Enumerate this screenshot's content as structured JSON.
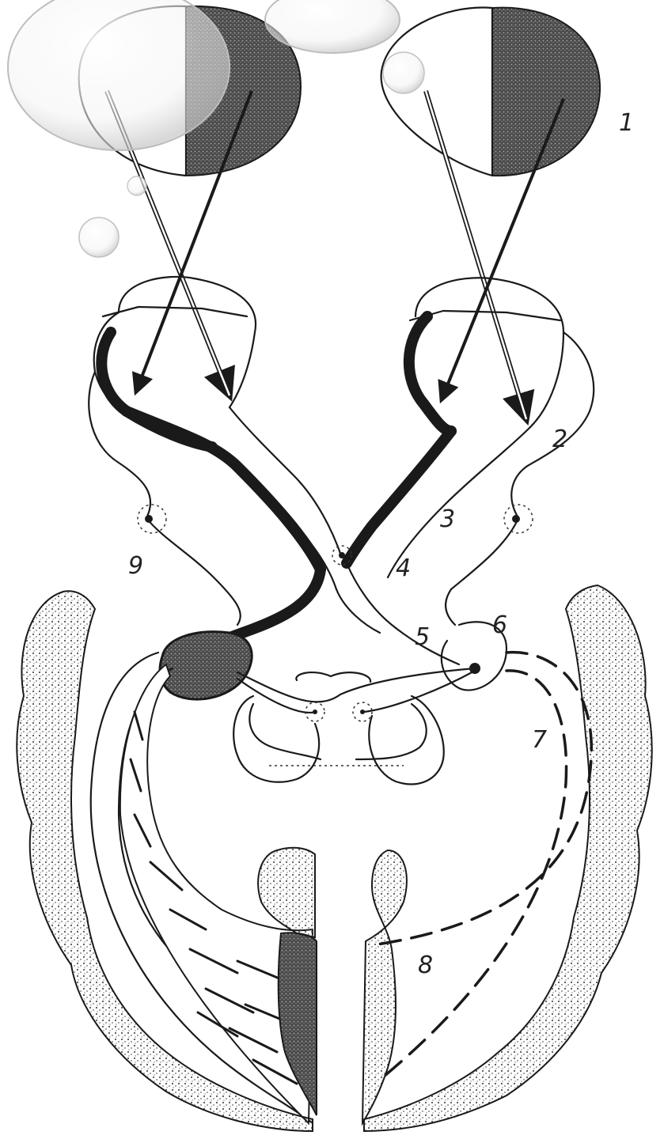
{
  "diagram": {
    "labels": {
      "l1": "1",
      "l2": "2",
      "l3": "3",
      "l4": "4",
      "l5": "5",
      "l6": "6",
      "l7": "7",
      "l8": "8",
      "l9": "9"
    },
    "colors": {
      "ink": "#1a1a1a",
      "shade": "#3a3a3a",
      "cortex": "#bdbdbd",
      "paper": "#ffffff"
    }
  }
}
